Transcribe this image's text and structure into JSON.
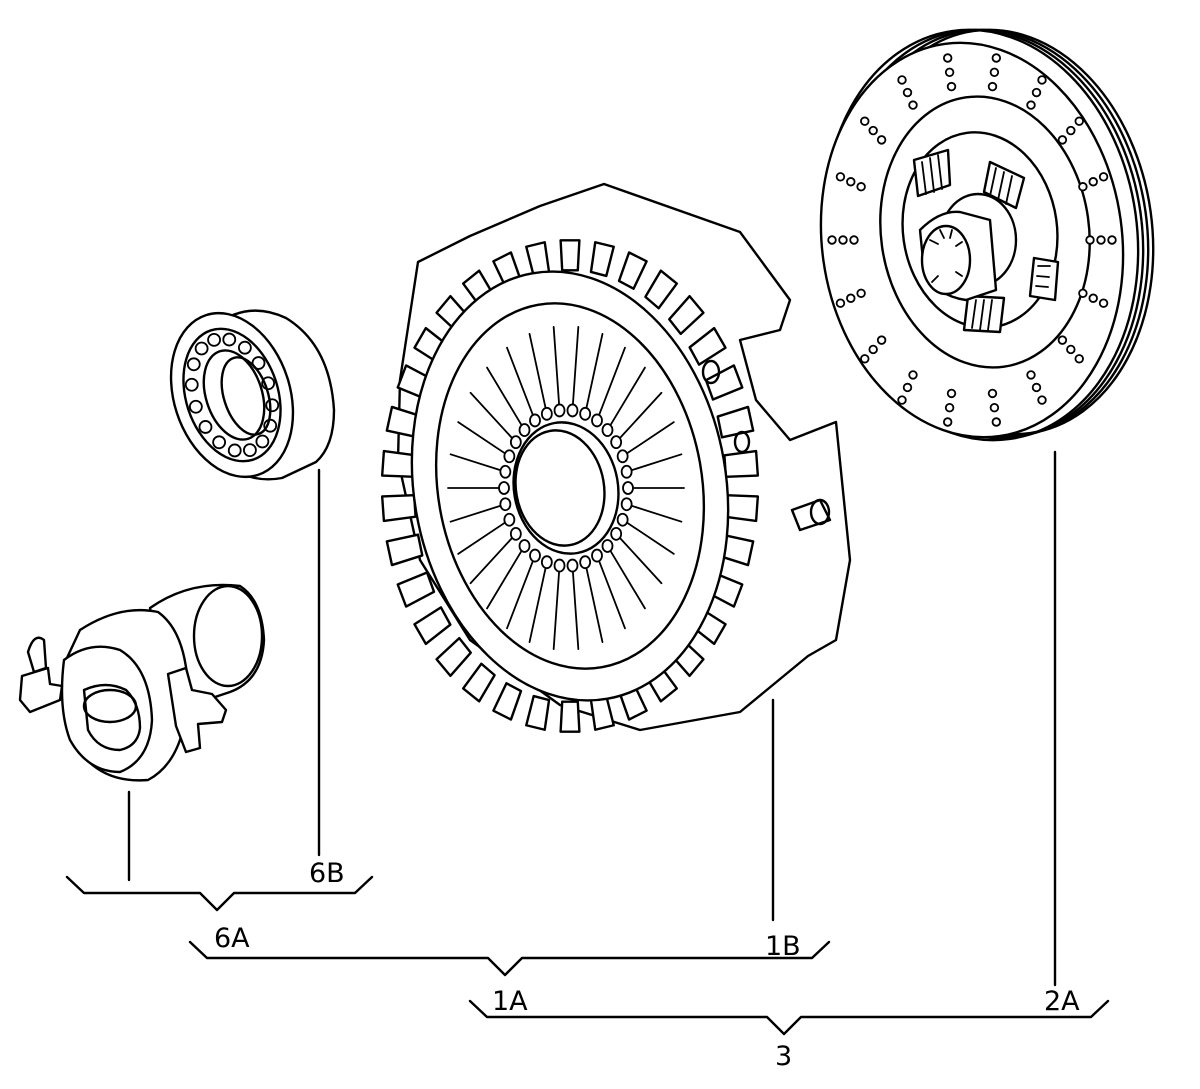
{
  "labels": {
    "bearing": "6B",
    "release_assembly": "6A",
    "pressure_plate": "1B",
    "clutch_kit": "1A",
    "clutch_disc": "2A",
    "complete_set": "3"
  },
  "colors": {
    "line": "#000000",
    "background": "#ffffff"
  }
}
